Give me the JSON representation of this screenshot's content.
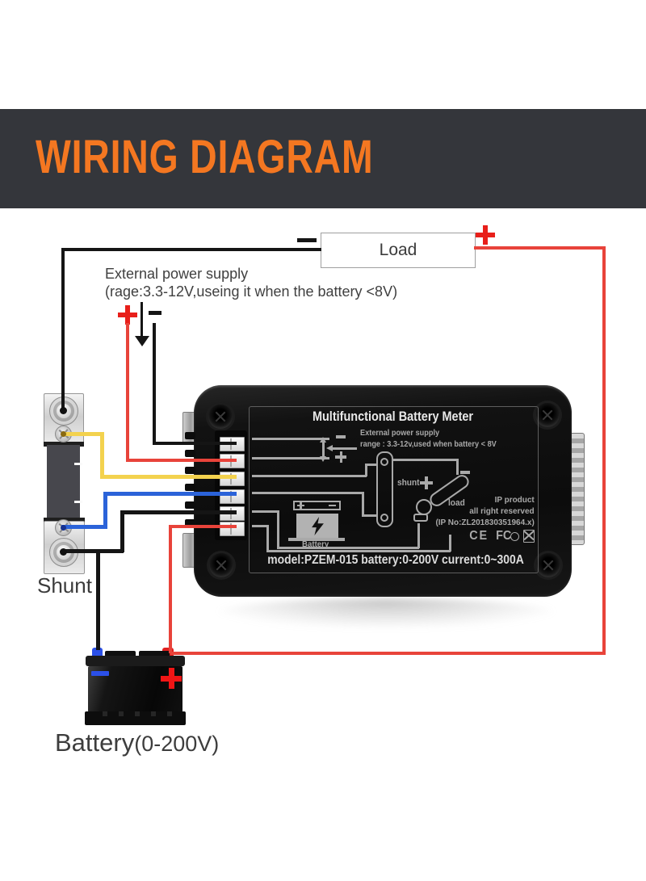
{
  "header": {
    "title": "WIRING DIAGRAM"
  },
  "colors": {
    "header_bg": "#34363b",
    "accent_orange": "#f47721",
    "wire_red": "#e8433a",
    "wire_black": "#151515",
    "wire_yellow": "#f3d24e",
    "wire_blue": "#2b63d9",
    "plus_red": "#e81f1a",
    "print_gray": "#a9a9a9",
    "battery_terminal_blue": "#2b50e8",
    "battery_terminal_red": "#e02020",
    "battery_plus_red": "#f01515"
  },
  "external_supply": {
    "line1": "External power supply",
    "line2": "(rage:3.3-12V,useing it when the battery <8V)"
  },
  "load": {
    "label": "Load"
  },
  "shunt": {
    "label": "Shunt"
  },
  "battery": {
    "name": "Battery",
    "range": "(0-200V)"
  },
  "meter": {
    "title": "Multifunctional Battery Meter",
    "model_line": "model:PZEM-015 battery:0-200V current:0~300A",
    "print": {
      "eps1": "External power supply",
      "eps2": "range : 3.3-12v,used when battery < 8V",
      "shunt_label": "shunt",
      "load_label": "load",
      "battery_label": "Battery",
      "ip1": "IP product",
      "ip2": "all right reserved",
      "ip3": "(IP No:ZL201830351964.x)",
      "ce": "CE",
      "fcc": "FC"
    }
  }
}
